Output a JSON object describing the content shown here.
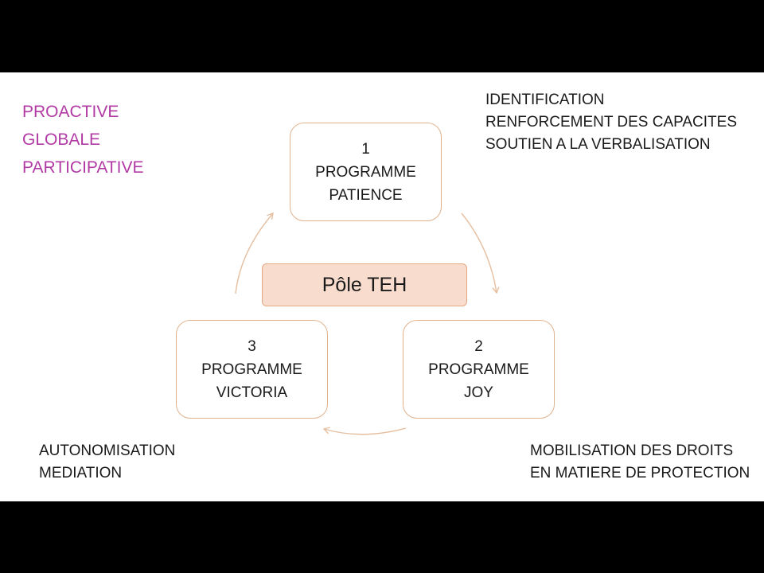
{
  "approach": [
    "PROACTIVE",
    "GLOBALE",
    "PARTICIPATIVE"
  ],
  "center": {
    "label": "Pôle TEH"
  },
  "programs": [
    {
      "number": "1",
      "line1": "PROGRAMME",
      "line2": "PATIENCE"
    },
    {
      "number": "2",
      "line1": "PROGRAMME",
      "line2": "JOY"
    },
    {
      "number": "3",
      "line1": "PROGRAMME",
      "line2": "VICTORIA"
    }
  ],
  "notes": {
    "top_right": [
      "IDENTIFICATION",
      "RENFORCEMENT DES CAPACITES",
      "SOUTIEN A LA VERBALISATION"
    ],
    "bottom_right": [
      "MOBILISATION DES DROITS",
      "EN MATIERE DE PROTECTION"
    ],
    "bottom_left": [
      "AUTONOMISATION",
      "MEDIATION"
    ]
  },
  "colors": {
    "accent_text": "#b13aa4",
    "box_border": "#e0b38f",
    "center_fill": "#f8dccd",
    "arrow": "#e6bfa0"
  }
}
